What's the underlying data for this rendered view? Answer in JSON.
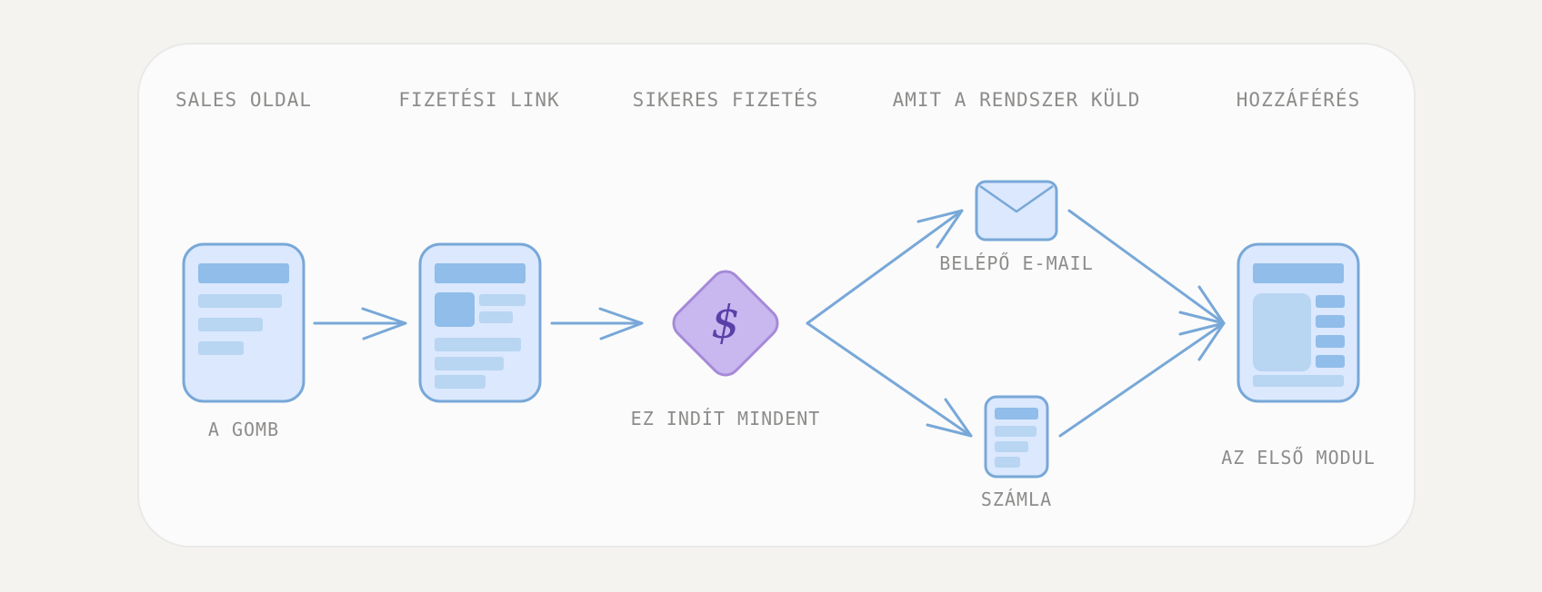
{
  "headings": {
    "sales_page": "SALES OLDAL",
    "payment_link": "FIZETÉSI LINK",
    "successful_payment": "SIKERES FIZETÉS",
    "system_sends": "AMIT A RENDSZER KÜLD",
    "access": "HOZZÁFÉRÉS"
  },
  "captions": {
    "button": "A GOMB",
    "trigger": "EZ INDÍT MINDENT",
    "login_email": "BELÉPŐ E-MAIL",
    "invoice": "SZÁMLA",
    "first_module": "AZ ELSŐ MODUL"
  },
  "symbols": {
    "payment": "$"
  },
  "colors": {
    "background": "#f4f3f0",
    "card": "#fbfbfb",
    "box_fill": "#dbe8fd",
    "box_stroke": "#78a8d8",
    "bar_dark": "#90bde9",
    "bar_light": "#b8d5f2",
    "diamond_fill": "#c9b7ef",
    "diamond_stroke": "#a58ad8",
    "dollar": "#5a3fa8",
    "label_text": "#8d8c8a"
  },
  "icons": {
    "sales_page": "document-page-icon",
    "payment_link": "checkout-page-icon",
    "payment": "dollar-diamond-icon",
    "login_email": "envelope-icon",
    "invoice": "invoice-icon",
    "first_module": "course-module-icon"
  }
}
